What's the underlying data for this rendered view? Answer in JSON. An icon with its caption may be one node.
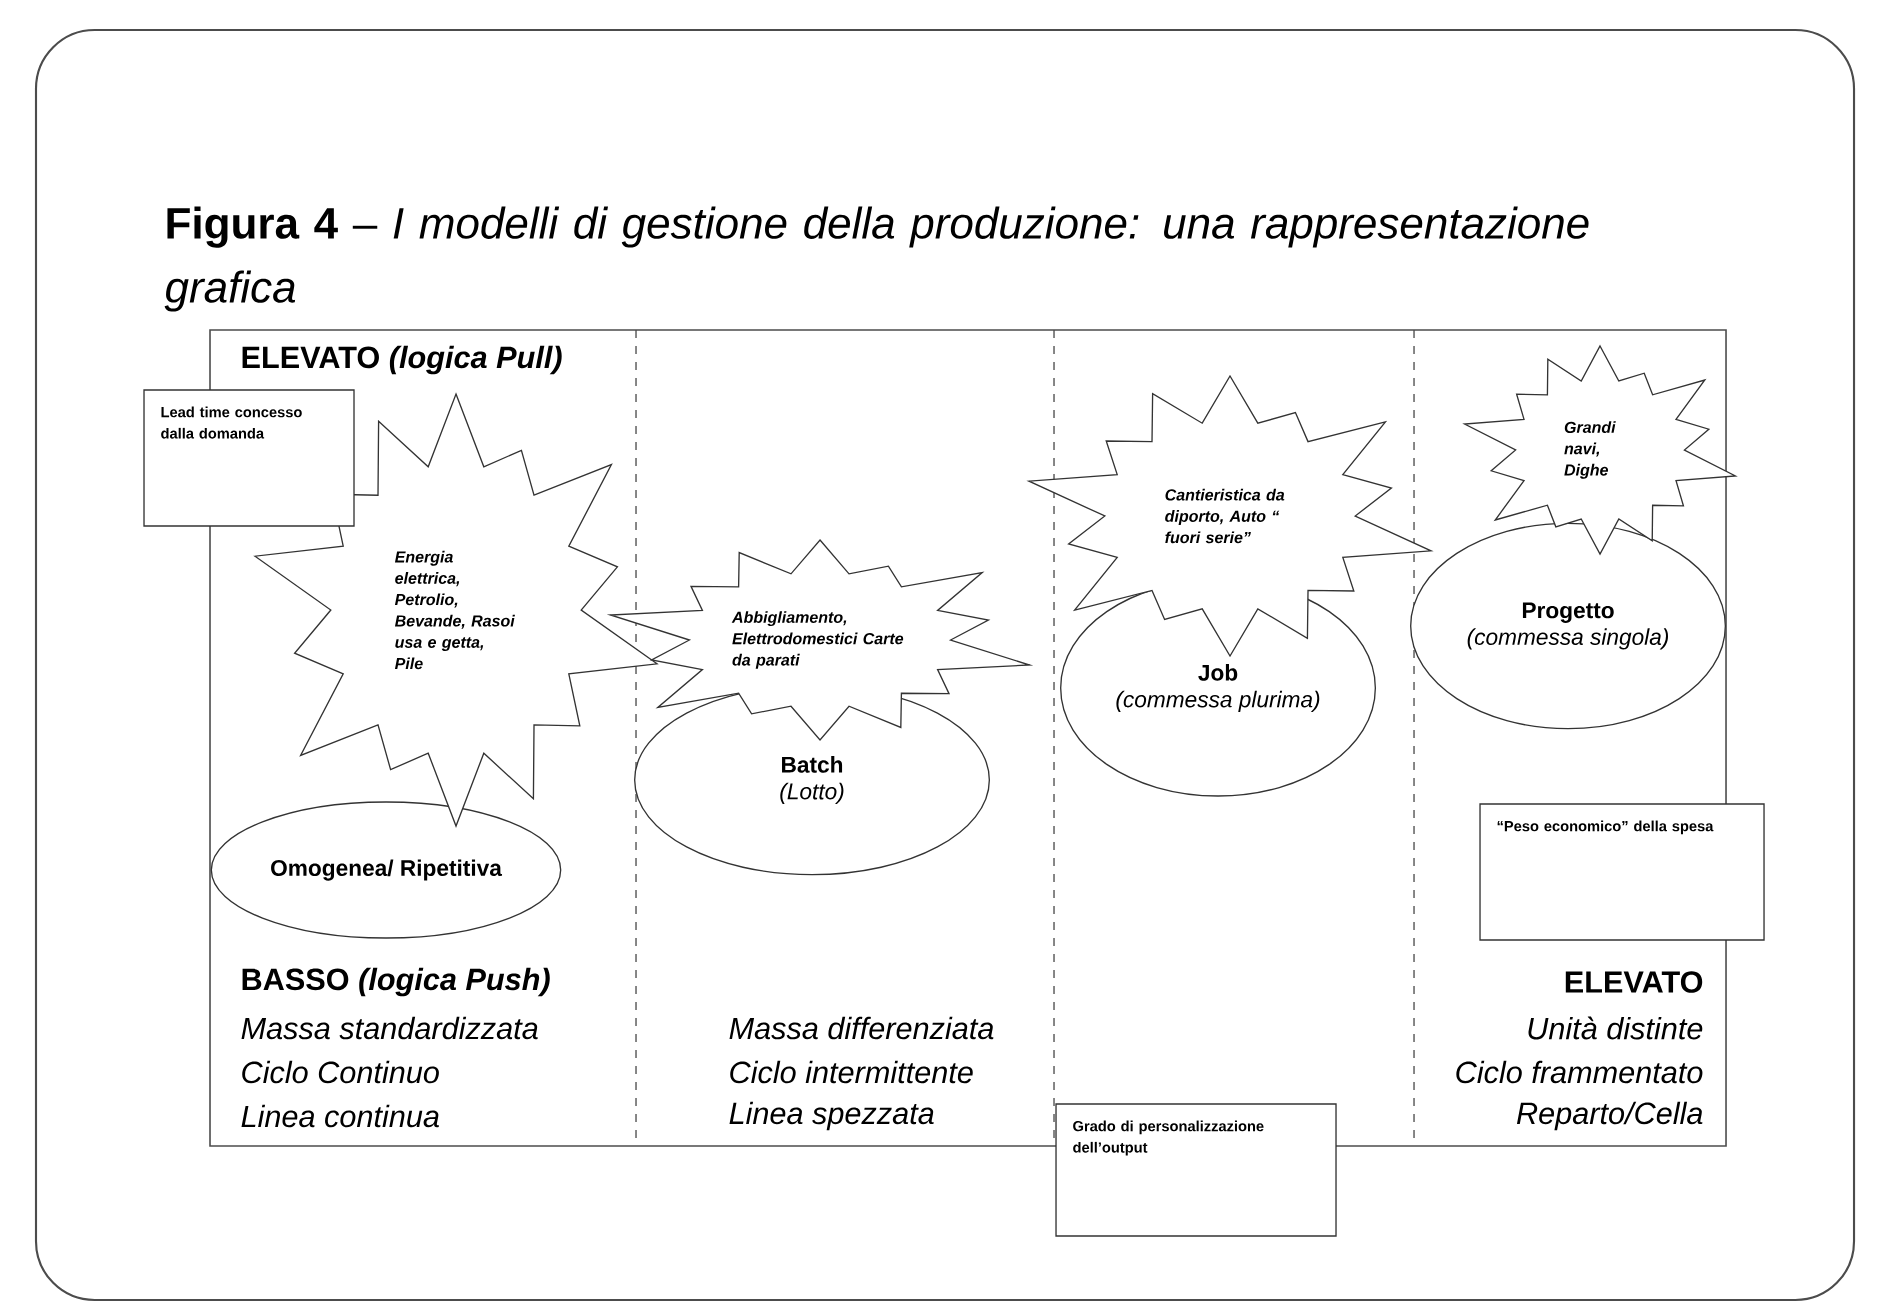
{
  "diagram": {
    "title": "**Figura 4** – *I modelli di gestione della produzione: una rappresentazione grafica*",
    "nodes": [
      {
        "text": [
          "Lead time concesso dalla domanda"
        ]
      },
      {
        "text": [
          "Energia elettrica, Petrolio, Bevande, Rasoi usa e getta, Pile"
        ]
      },
      {
        "text": [
          "Omogenea/ Ripetitiva"
        ]
      },
      {
        "text": [
          "Abbigliamento, Elettrodomestici Carte da parati"
        ]
      },
      {
        "text": [
          "Batch",
          "(Lotto)"
        ]
      },
      {
        "text": [
          "Cantieristica da diporto, Auto “ fuori serie”"
        ]
      },
      {
        "text": [
          "Job",
          "(commessa plurima)"
        ]
      },
      {
        "text": [
          "Grandi navi, Dighe"
        ]
      },
      {
        "text": [
          "Progetto",
          "(commessa singola)"
        ]
      },
      {
        "text": [
          "“Peso economico” della spesa"
        ]
      },
      {
        "text": [
          "Grado di personalizzazione dell’output"
        ]
      }
    ],
    "labels": [
      "ELEVATO *(logica Pull)*",
      "BASSO *(logica Push)*",
      "Massa standardizzata",
      "Ciclo Continuo",
      "Linea continua",
      "Massa differenziata",
      "Ciclo intermittente",
      "Linea spezzata",
      "ELEVATO",
      "Unità distinte",
      "Ciclo frammentato",
      "Reparto/Cella"
    ]
  }
}
